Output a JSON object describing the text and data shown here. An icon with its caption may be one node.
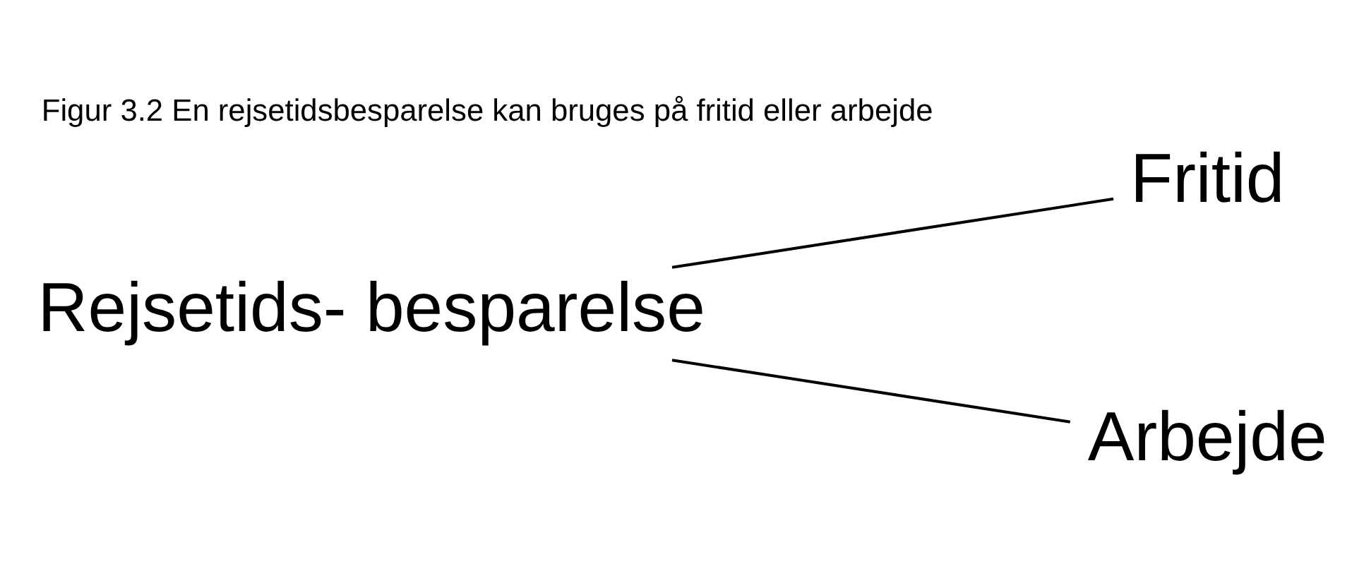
{
  "diagram": {
    "title": "Figur 3.2 En rejsetidsbesparelse kan bruges på fritid eller arbejde",
    "nodes": [
      {
        "text": [
          "Rejsetids- besparelse"
        ]
      },
      {
        "text": [
          "Fritid"
        ]
      },
      {
        "text": [
          "Arbejde"
        ]
      }
    ],
    "edges": [
      {
        "from": 0,
        "to": 1,
        "arrow": "none"
      },
      {
        "from": 0,
        "to": 2,
        "arrow": "none"
      }
    ]
  }
}
